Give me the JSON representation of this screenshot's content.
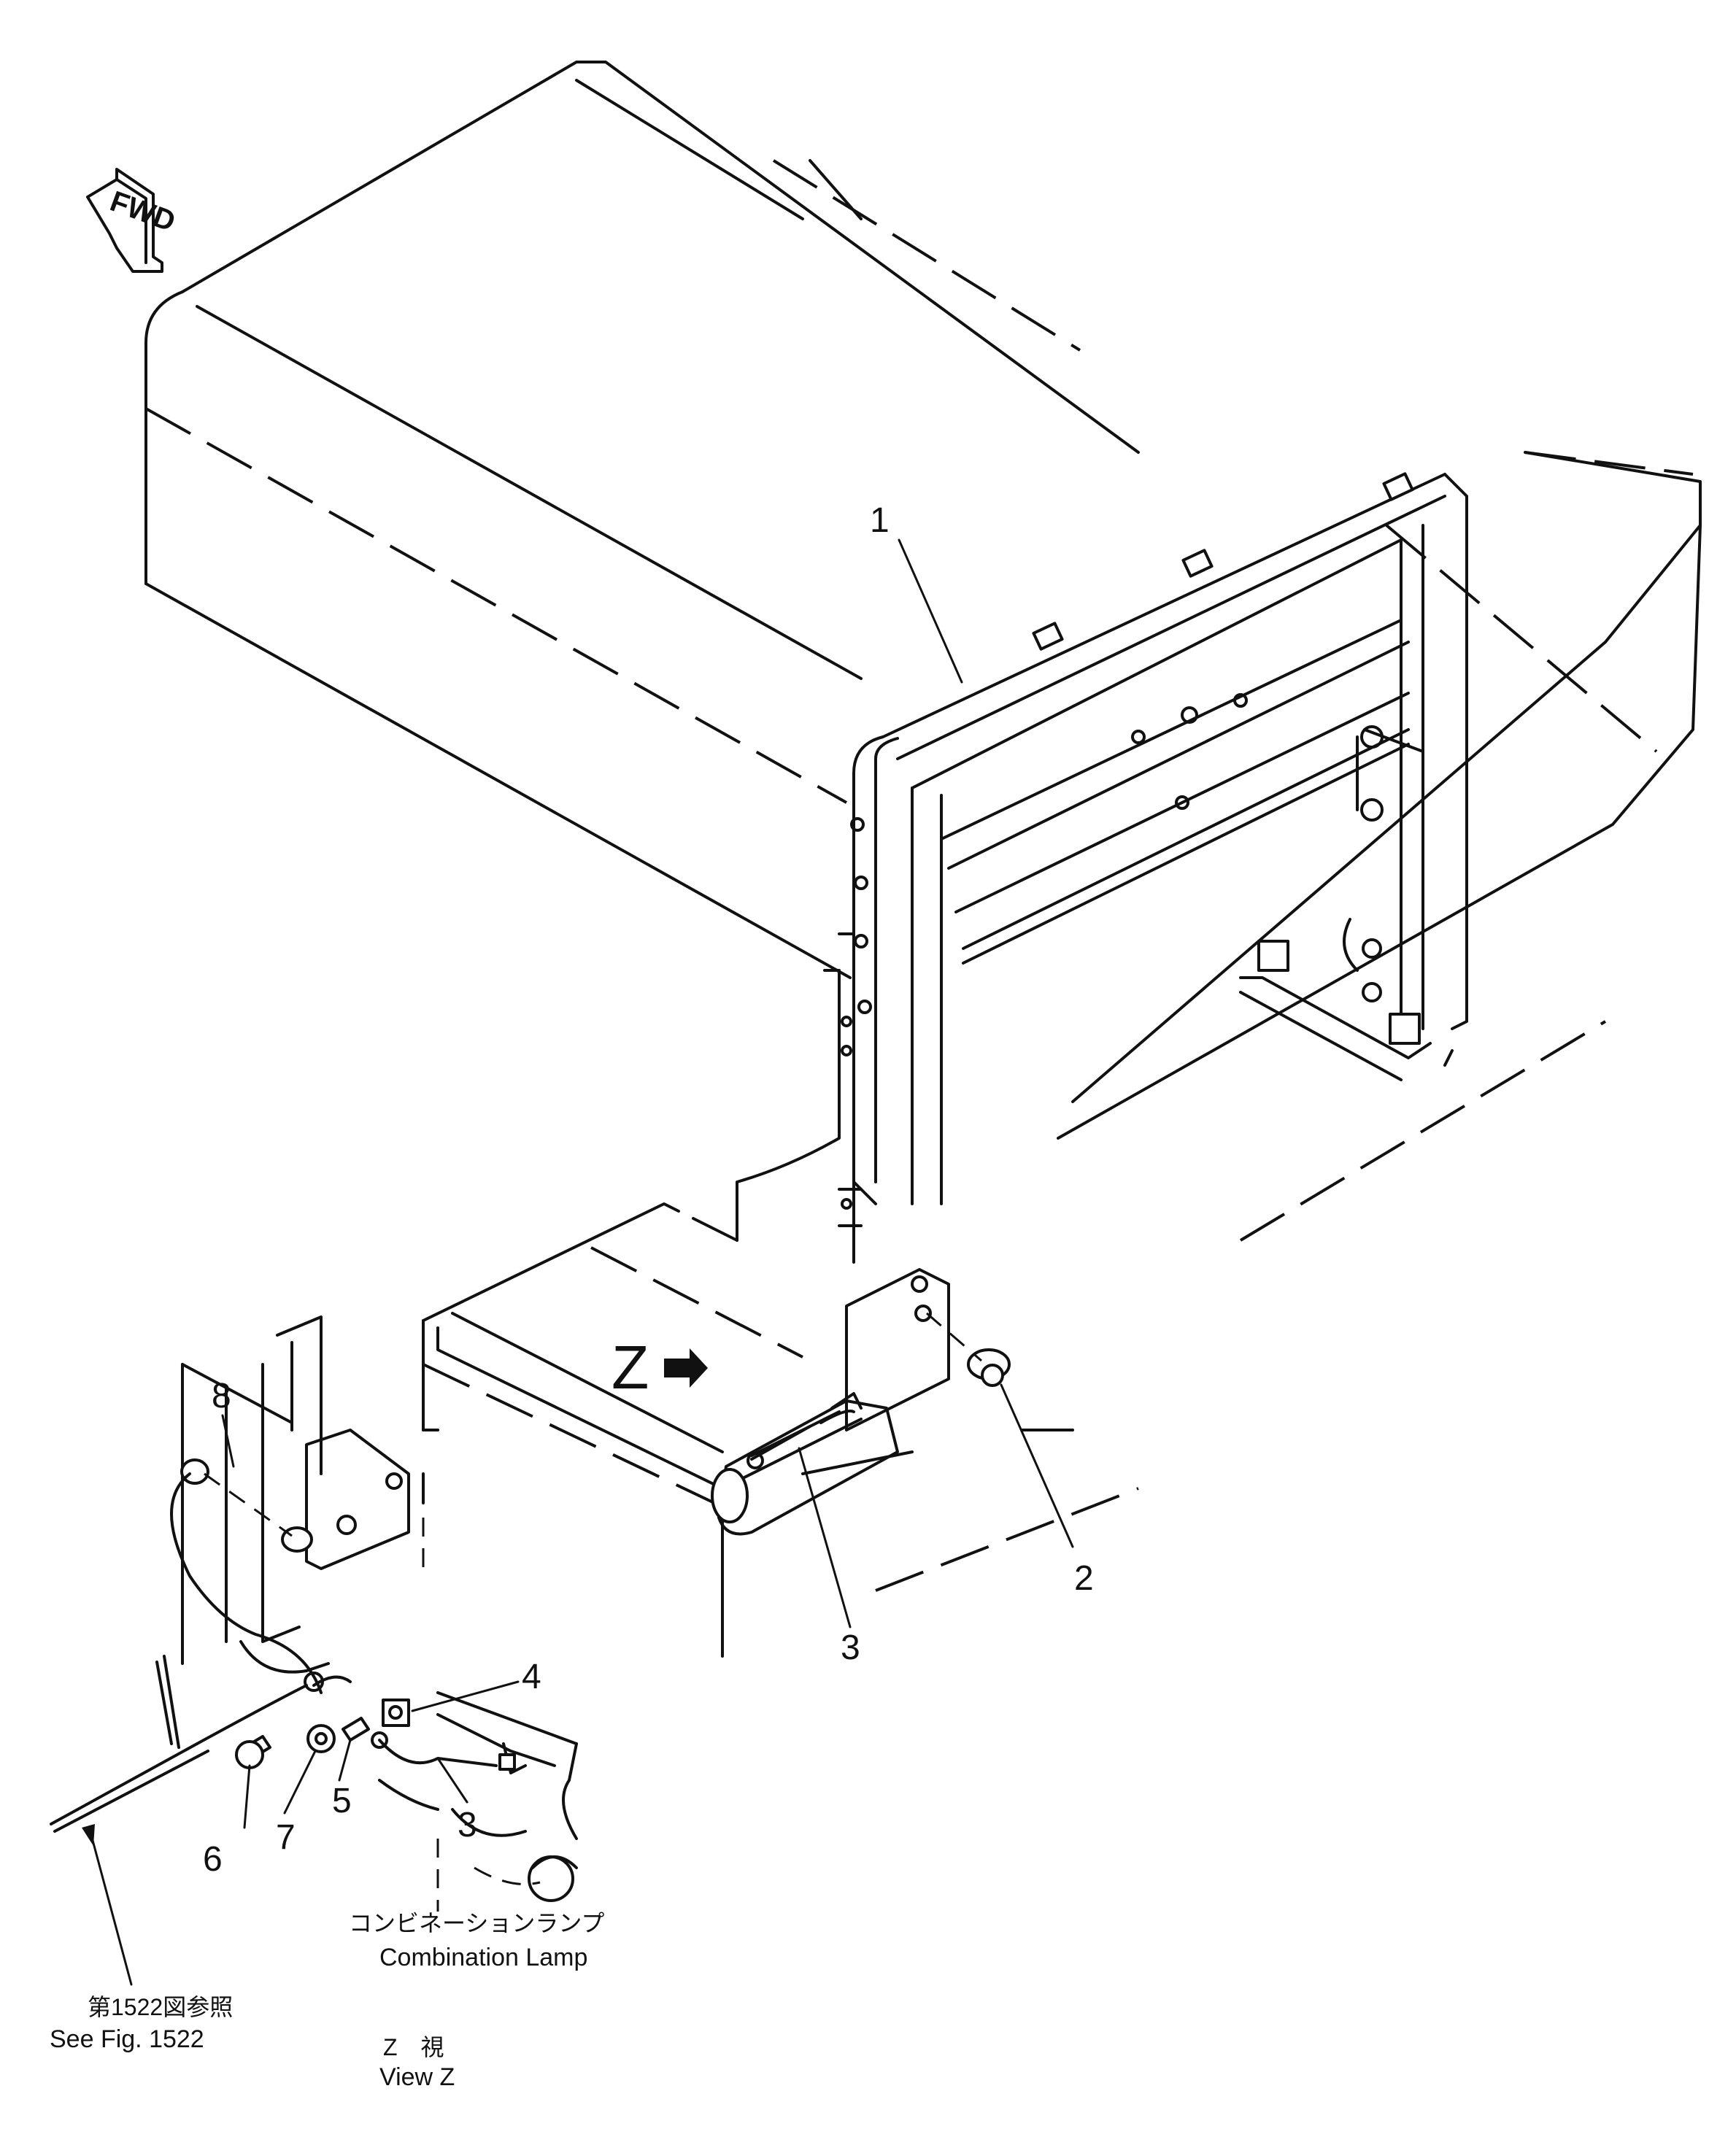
{
  "callouts": {
    "p1": "1",
    "p2": "2",
    "p3_main": "3",
    "p3_detail": "3",
    "p4": "4",
    "p5": "5",
    "p6": "6",
    "p7": "7",
    "p8": "8"
  },
  "fwd_label": "FWD",
  "view_marker": "Z",
  "notes": {
    "combination_lamp_jp": "コンビネーションランプ",
    "combination_lamp_en": "Combination Lamp",
    "see_fig_jp": "第1522図参照",
    "see_fig_en": "See Fig. 1522",
    "view_z_jp": "Z　視",
    "view_z_en": "View Z"
  },
  "icons": [
    "fwd-arrow-icon",
    "view-direction-arrow-icon"
  ]
}
